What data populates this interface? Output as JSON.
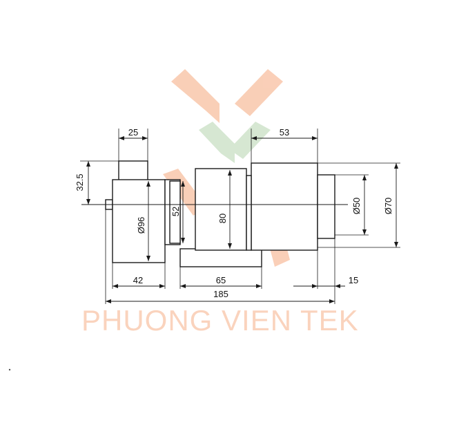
{
  "watermark": {
    "text": "PHUONG VIEN TEK",
    "logo_name": "x-logo",
    "colors": {
      "orange": "#f9c7ab",
      "green": "#cfe3cb",
      "text": "#fad3bd"
    }
  },
  "dimensions": {
    "d25": "25",
    "d53": "53",
    "d32_5": "32.5",
    "d_dia96": "Ø96",
    "d52": "52",
    "d80": "80",
    "d_dia50": "Ø50",
    "d_dia70": "Ø70",
    "d42": "42",
    "d65": "65",
    "d15": "15",
    "d185": "185"
  },
  "colors": {
    "line": "#1a1a1a"
  }
}
